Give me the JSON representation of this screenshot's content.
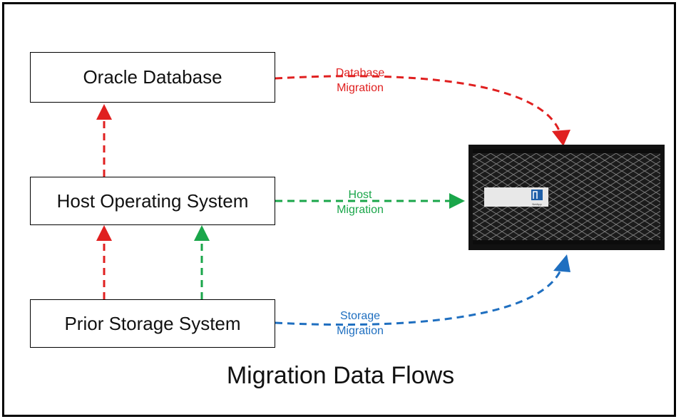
{
  "boxes": {
    "oracle": "Oracle Database",
    "host": "Host Operating System",
    "storage": "Prior Storage System"
  },
  "flows": {
    "database": {
      "line1": "Database",
      "line2": "Migration",
      "color": "#e02020"
    },
    "host": {
      "line1": "Host",
      "line2": "Migration",
      "color": "#1aa64a"
    },
    "storage": {
      "line1": "Storage",
      "line2": "Migration",
      "color": "#1f6fc0"
    }
  },
  "appliance": {
    "brand": "NetApp"
  },
  "title": "Migration Data Flows"
}
